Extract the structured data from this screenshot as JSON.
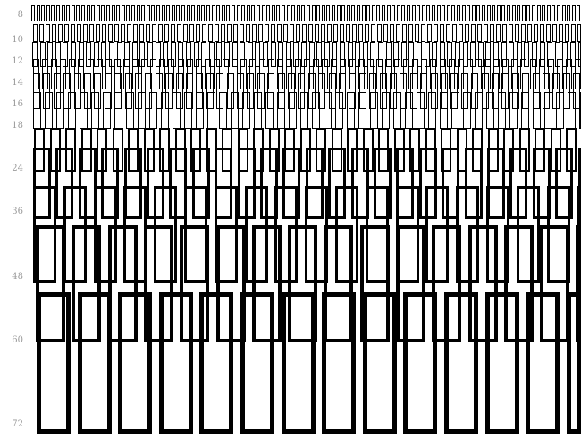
{
  "specimen": {
    "sizes": [
      {
        "label": "8",
        "value": 8
      },
      {
        "label": "10",
        "value": 10
      },
      {
        "label": "12",
        "value": 12
      },
      {
        "label": "14",
        "value": 14
      },
      {
        "label": "16",
        "value": 16
      },
      {
        "label": "18",
        "value": 18
      },
      {
        "label": "24",
        "value": 24
      },
      {
        "label": "36",
        "value": 36
      },
      {
        "label": "48",
        "value": 48
      },
      {
        "label": "60",
        "value": 60
      },
      {
        "label": "72",
        "value": 72
      }
    ],
    "glyph_shape": "missing-glyph-box",
    "colors": {
      "label": "#9a9a9a",
      "glyph": "#000000",
      "background": "#ffffff"
    }
  }
}
